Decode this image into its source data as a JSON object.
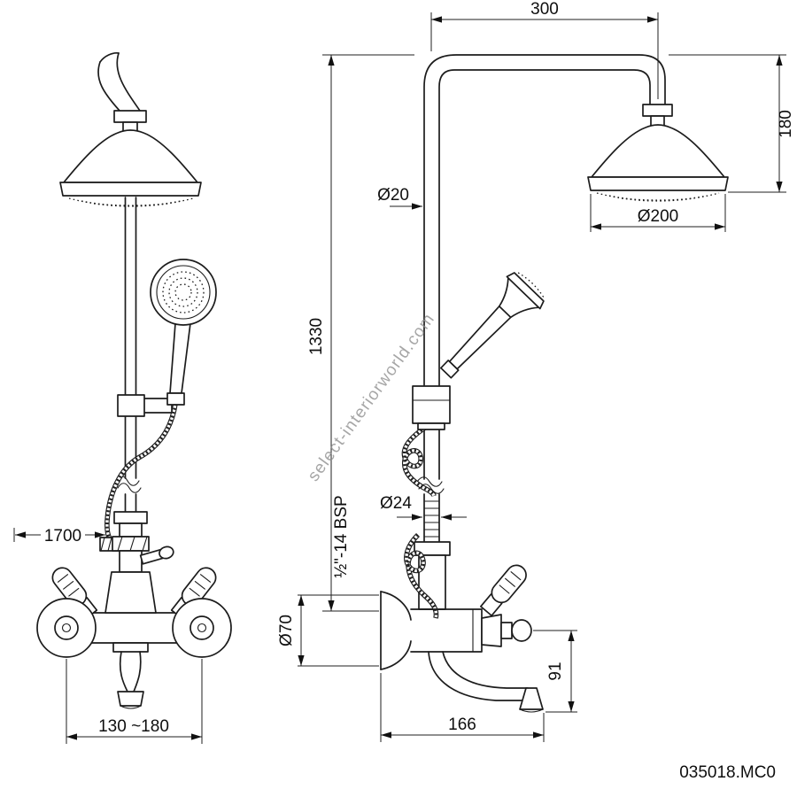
{
  "drawing": {
    "product_code": "035018.MC0",
    "watermark": "select-interiorworld.com"
  },
  "dimensions": {
    "arm_reach": "300",
    "head_drop": "180",
    "riser_diameter": "Ø20",
    "head_diameter": "Ø200",
    "riser_height": "1330",
    "hose_length": "1700",
    "wall_centers": "130 ~180",
    "connection_diameter": "Ø24",
    "thread_spec": "½\"-14 BSP",
    "escutcheon_diameter": "Ø70",
    "spout_drop": "91",
    "spout_reach": "166"
  }
}
